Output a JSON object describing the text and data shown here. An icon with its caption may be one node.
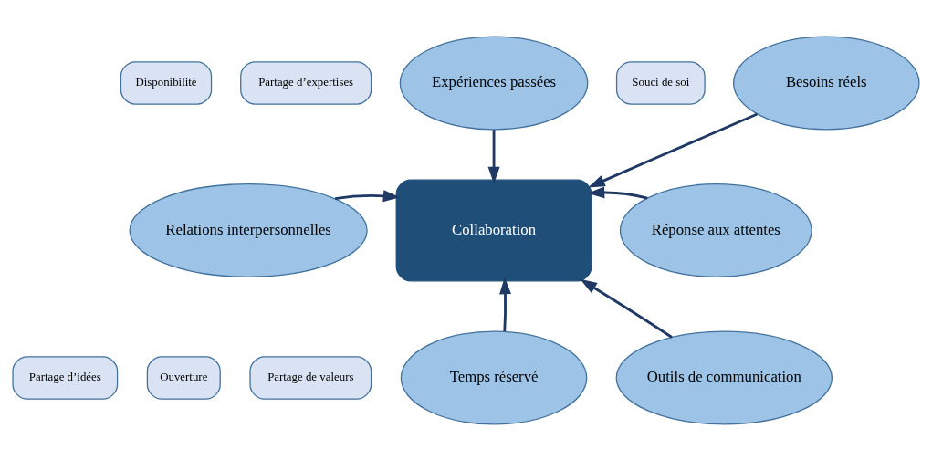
{
  "diagram": {
    "nodes": [
      {
        "text": [
          "Expériences passées"
        ]
      },
      {
        "text": [
          "Besoins réels"
        ]
      },
      {
        "text": [
          "Partage d’expertises"
        ]
      },
      {
        "text": [
          "Disponibilité"
        ]
      },
      {
        "text": [
          "Souci de soi"
        ]
      },
      {
        "text": [
          "Relations interpersonnelles"
        ]
      },
      {
        "text": [
          "Collaboration"
        ]
      },
      {
        "text": [
          "Réponse aux attentes"
        ]
      },
      {
        "text": [
          "Partage d’idées"
        ]
      },
      {
        "text": [
          "Partage de valeurs"
        ]
      },
      {
        "text": [
          "Ouverture"
        ]
      },
      {
        "text": [
          "Temps réservé"
        ]
      },
      {
        "text": [
          "Outils de communication"
        ]
      }
    ],
    "edges": [
      {
        "from": 0,
        "to": 6,
        "arrow": "to"
      },
      {
        "from": 1,
        "to": 6,
        "arrow": "to"
      },
      {
        "from": 5,
        "to": 6,
        "arrow": "to"
      },
      {
        "from": 7,
        "to": 6,
        "arrow": "to"
      },
      {
        "from": 11,
        "to": 6,
        "arrow": "to"
      },
      {
        "from": 12,
        "to": 6,
        "arrow": "to"
      }
    ]
  }
}
